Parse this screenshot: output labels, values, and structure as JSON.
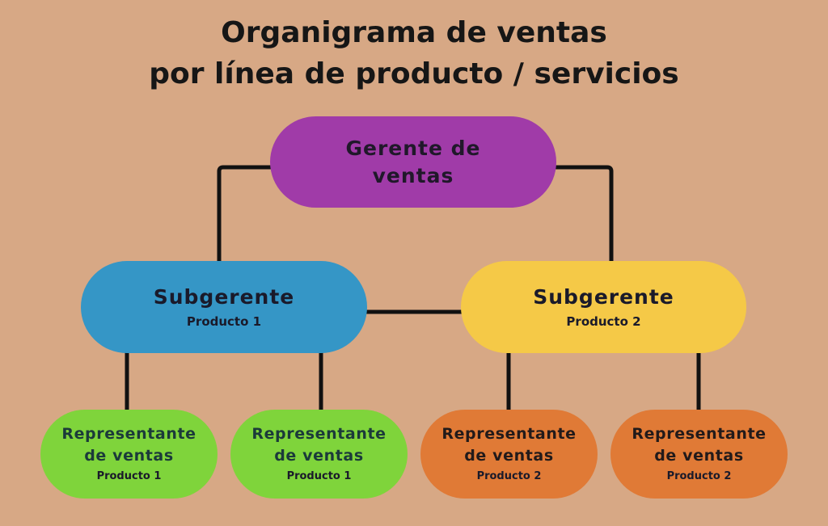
{
  "title": {
    "line1": "Organigrama de ventas",
    "line2": "por línea de producto / servicios"
  },
  "nodes": {
    "gerente": {
      "line1": "Gerente de",
      "line2": "ventas",
      "color": "#a03ba8"
    },
    "subgerente_1": {
      "label": "Subgerente",
      "product": "Producto 1",
      "color": "#3596c6"
    },
    "subgerente_2": {
      "label": "Subgerente",
      "product": "Producto 2",
      "color": "#f5c947"
    },
    "representantes": [
      {
        "line1": "Representante",
        "line2": "de ventas",
        "product": "Producto 1",
        "color": "#7fd43b"
      },
      {
        "line1": "Representante",
        "line2": "de ventas",
        "product": "Producto 1",
        "color": "#7fd43b"
      },
      {
        "line1": "Representante",
        "line2": "de ventas",
        "product": "Producto 2",
        "color": "#e07a36"
      },
      {
        "line1": "Representante",
        "line2": "de ventas",
        "product": "Producto 2",
        "color": "#e07a36"
      }
    ]
  },
  "colors": {
    "background": "#d7a885",
    "connector": "#111111"
  }
}
